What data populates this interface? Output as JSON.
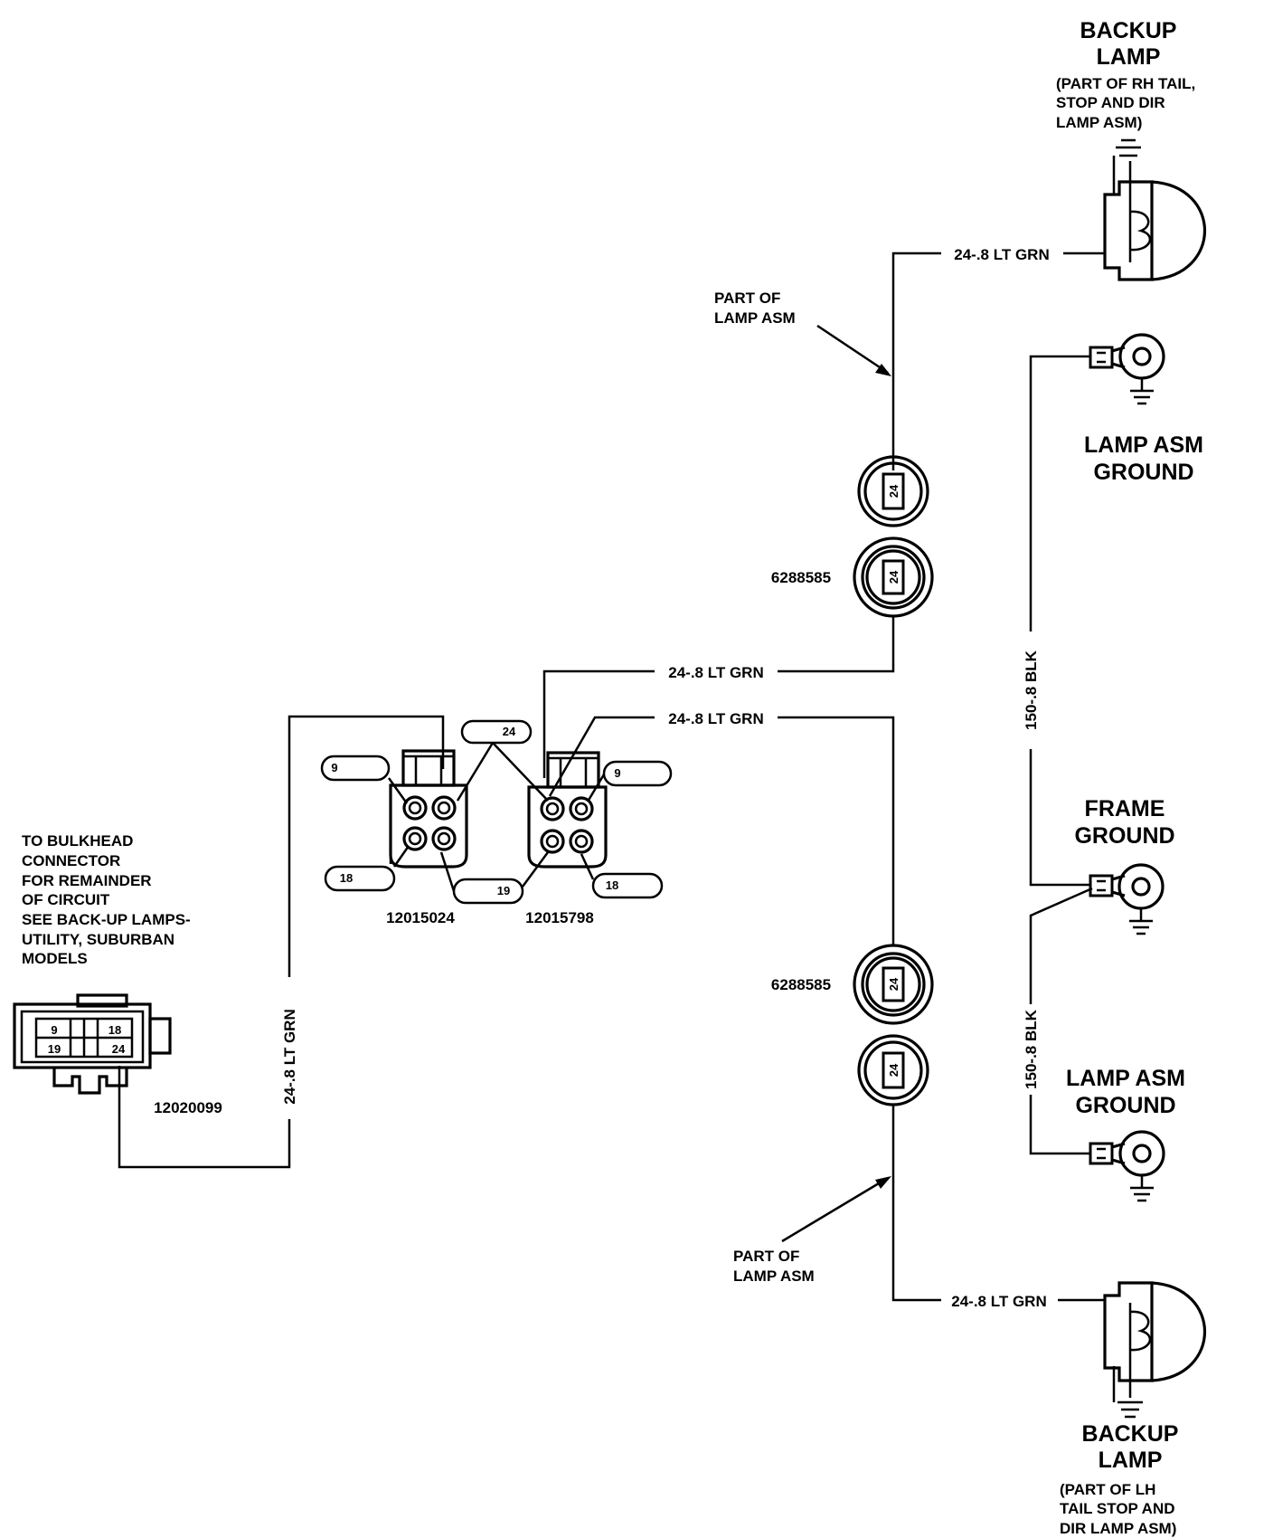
{
  "top_lamp": {
    "title_line1": "BACKUP",
    "title_line2": "LAMP",
    "note_line1": "(PART OF RH TAIL,",
    "note_line2": "STOP AND DIR",
    "note_line3": "LAMP ASM)"
  },
  "bottom_lamp": {
    "title_line1": "BACKUP",
    "title_line2": "LAMP",
    "note_line1": "(PART OF LH",
    "note_line2": "TAIL  STOP AND",
    "note_line3": "DIR LAMP ASM)"
  },
  "wires": {
    "top_lamp_wire": "24-.8 LT GRN",
    "upper_connector_wire": "24-.8 LT GRN",
    "lower_connector_wire": "24-.8 LT GRN",
    "bottom_lamp_wire": "24-.8 LT GRN",
    "left_vertical_wire": "24-.8 LT GRN",
    "ground_upper_wire": "150-.8 BLK",
    "ground_lower_wire": "150-.8 BLK"
  },
  "labels": {
    "part_of_lamp_asm_top_1": "PART OF",
    "part_of_lamp_asm_top_2": "LAMP ASM",
    "part_of_lamp_asm_bottom_1": "PART OF",
    "part_of_lamp_asm_bottom_2": "LAMP ASM",
    "lamp_asm_ground_top_1": "LAMP ASM",
    "lamp_asm_ground_top_2": "GROUND",
    "frame_ground_1": "FRAME",
    "frame_ground_2": "GROUND",
    "lamp_asm_ground_bottom_1": "LAMP ASM",
    "lamp_asm_ground_bottom_2": "GROUND",
    "bulkhead_1": "TO BULKHEAD",
    "bulkhead_2": "CONNECTOR",
    "bulkhead_3": "FOR REMAINDER",
    "bulkhead_4": "OF CIRCUIT",
    "bulkhead_5": "SEE BACK-UP LAMPS-",
    "bulkhead_6": "UTILITY, SUBURBAN",
    "bulkhead_7": "MODELS"
  },
  "part_numbers": {
    "round_connector_upper": "6288585",
    "round_connector_lower": "6288585",
    "left_four_way": "12015024",
    "right_four_way": "12015798",
    "bulkhead_connector": "12020099"
  },
  "circuit_numbers": {
    "round_upper_a": "24",
    "round_upper_b": "24",
    "round_lower_a": "24",
    "round_lower_b": "24",
    "callout_24": "24",
    "callout_9_left": "9",
    "callout_9_right": "9",
    "callout_18_left": "18",
    "callout_18_right": "18",
    "callout_19": "19",
    "bulkhead_9": "9",
    "bulkhead_18": "18",
    "bulkhead_19": "19",
    "bulkhead_24": "24"
  }
}
